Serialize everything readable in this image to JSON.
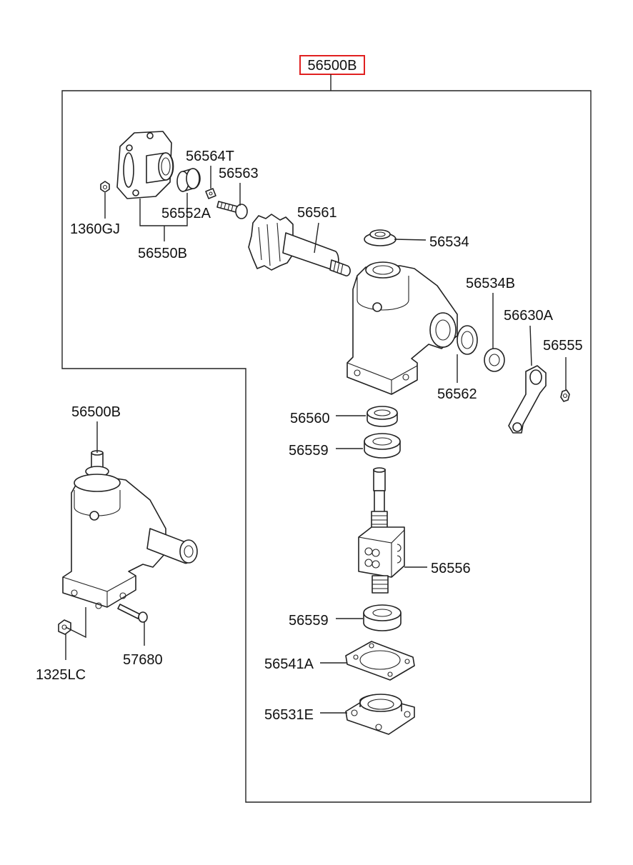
{
  "title_part": "56500B",
  "assembly_part": "56500B",
  "parts": {
    "p1360GJ": "1360GJ",
    "p56550B": "56550B",
    "p56564T": "56564T",
    "p56563": "56563",
    "p56552A": "56552A",
    "p56561": "56561",
    "p56534": "56534",
    "p56534B": "56534B",
    "p56630A": "56630A",
    "p56555": "56555",
    "p56562": "56562",
    "p56560": "56560",
    "p56559a": "56559",
    "p56556": "56556",
    "p56559b": "56559",
    "p56541A": "56541A",
    "p56531E": "56531E",
    "p1325LC": "1325LC",
    "p57680": "57680"
  },
  "colors": {
    "highlight_box": "#e02020",
    "line": "#222222"
  }
}
